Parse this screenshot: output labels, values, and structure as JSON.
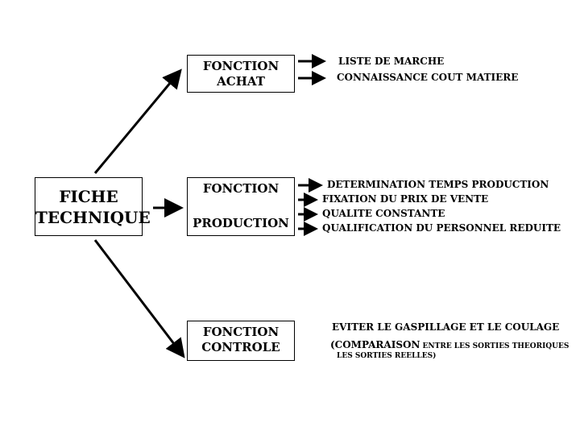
{
  "root": {
    "line1": "FICHE",
    "line2": "TECHNIQUE"
  },
  "achat": {
    "line1": "FONCTION",
    "line2": "ACHAT",
    "items": [
      "LISTE DE MARCHE",
      "CONNAISSANCE COUT MATIERE"
    ]
  },
  "production": {
    "line1": "FONCTION",
    "line2": "PRODUCTION",
    "items": [
      "DETERMINATION TEMPS PRODUCTION",
      "FIXATION DU PRIX DE VENTE",
      "QUALITE CONSTANTE",
      "QUALIFICATION DU PERSONNEL REDUITE"
    ]
  },
  "controle": {
    "line1": "FONCTION",
    "line2": "CONTROLE",
    "item1": "EVITER LE GASPILLAGE ET LE COULAGE",
    "item2_main": "(COMPARAISON",
    "item2_rest": " ENTRE LES SORTIES THEORIQUES",
    "item3": "LES SORTIES REELLES)"
  }
}
